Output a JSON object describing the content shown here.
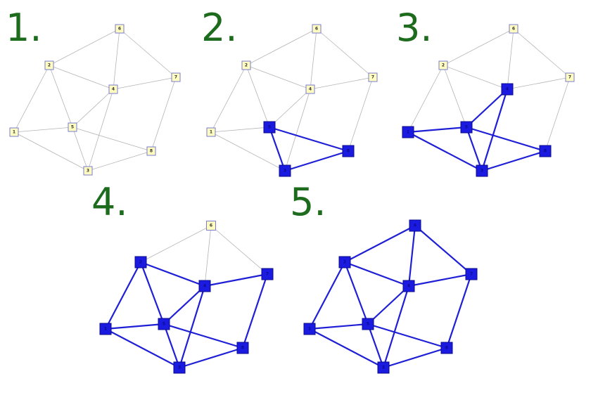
{
  "colors": {
    "label": "#1d6b1d",
    "edge_default": "#b4b4b4",
    "edge_highlight": "#1f1fd6",
    "node_default_fill": "#fffdc0",
    "node_default_stroke": "#7a7ad2",
    "node_highlight_fill": "#1a1ae0",
    "node_highlight_stroke": "#0c0c8a",
    "node_label_default": "#333333",
    "node_label_highlight": "#0c0c8a"
  },
  "steps": [
    {
      "label": "1.",
      "highlight_nodes": [],
      "highlight_edges": []
    },
    {
      "label": "2.",
      "highlight_nodes": [
        "5",
        "3",
        "8"
      ],
      "highlight_edges": [
        [
          "5",
          "3"
        ],
        [
          "5",
          "8"
        ],
        [
          "3",
          "8"
        ]
      ]
    },
    {
      "label": "3.",
      "highlight_nodes": [
        "1",
        "5",
        "3",
        "8",
        "4"
      ],
      "highlight_edges": [
        [
          "1",
          "5"
        ],
        [
          "1",
          "3"
        ],
        [
          "5",
          "3"
        ],
        [
          "5",
          "8"
        ],
        [
          "3",
          "8"
        ],
        [
          "5",
          "4"
        ],
        [
          "4",
          "3"
        ]
      ]
    },
    {
      "label": "4.",
      "highlight_nodes": [
        "1",
        "2",
        "4",
        "5",
        "7",
        "8",
        "3"
      ],
      "highlight_edges": [
        [
          "1",
          "2"
        ],
        [
          "1",
          "5"
        ],
        [
          "1",
          "3"
        ],
        [
          "2",
          "5"
        ],
        [
          "2",
          "4"
        ],
        [
          "4",
          "5"
        ],
        [
          "4",
          "7"
        ],
        [
          "4",
          "3"
        ],
        [
          "5",
          "3"
        ],
        [
          "5",
          "8"
        ],
        [
          "3",
          "8"
        ],
        [
          "7",
          "8"
        ]
      ]
    },
    {
      "label": "5.",
      "highlight_nodes": [
        "1",
        "2",
        "3",
        "4",
        "5",
        "6",
        "7",
        "8"
      ],
      "highlight_edges": [
        [
          "1",
          "2"
        ],
        [
          "1",
          "5"
        ],
        [
          "1",
          "3"
        ],
        [
          "2",
          "5"
        ],
        [
          "2",
          "4"
        ],
        [
          "2",
          "6"
        ],
        [
          "6",
          "4"
        ],
        [
          "6",
          "7"
        ],
        [
          "4",
          "5"
        ],
        [
          "4",
          "7"
        ],
        [
          "4",
          "3"
        ],
        [
          "5",
          "3"
        ],
        [
          "5",
          "8"
        ],
        [
          "3",
          "8"
        ],
        [
          "7",
          "8"
        ]
      ]
    }
  ],
  "graph": {
    "nodes": [
      "1",
      "2",
      "3",
      "4",
      "5",
      "6",
      "7",
      "8"
    ],
    "edges": [
      [
        "1",
        "2"
      ],
      [
        "1",
        "5"
      ],
      [
        "1",
        "3"
      ],
      [
        "2",
        "5"
      ],
      [
        "2",
        "4"
      ],
      [
        "2",
        "6"
      ],
      [
        "6",
        "4"
      ],
      [
        "6",
        "7"
      ],
      [
        "4",
        "5"
      ],
      [
        "4",
        "7"
      ],
      [
        "4",
        "3"
      ],
      [
        "5",
        "3"
      ],
      [
        "5",
        "8"
      ],
      [
        "3",
        "8"
      ],
      [
        "7",
        "8"
      ]
    ]
  }
}
